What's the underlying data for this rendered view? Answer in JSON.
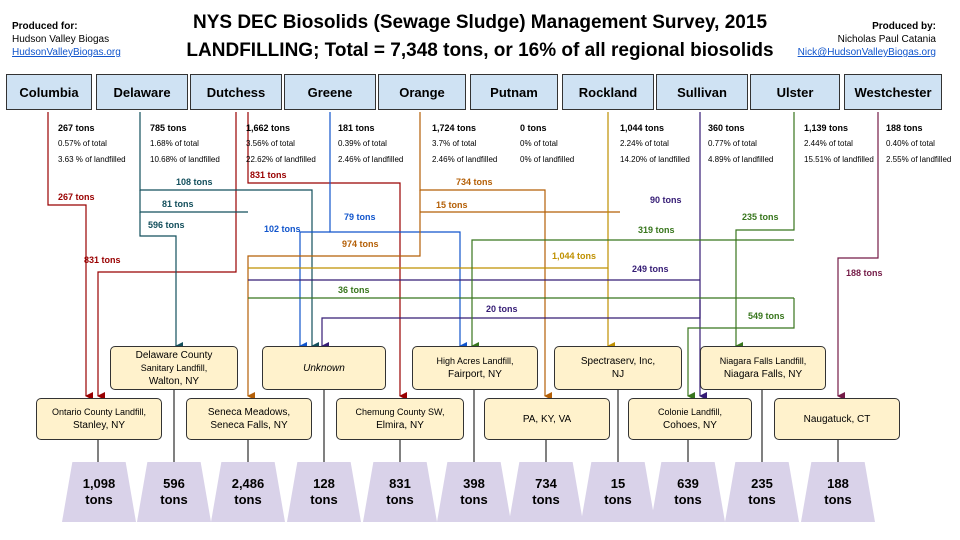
{
  "header": {
    "title_line1": "NYS DEC Biosolids (Sewage Sludge) Management Survey, 2015",
    "title_line2": "LANDFILLING; Total = 7,348 tons, or 16% of all regional biosolids",
    "produced_for_label": "Produced for:",
    "produced_for_name": "Hudson Valley Biogas",
    "produced_for_link": "HudsonValleyBiogas.org",
    "produced_by_label": "Produced by:",
    "produced_by_name": "Nicholas Paul Catania",
    "produced_by_link": "Nick@HudsonValleyBiogas.org"
  },
  "counties": [
    {
      "name": "Columbia",
      "tons": "267 tons",
      "pct_total": "0.57% of total",
      "pct_land": "3.63 % of landfilled"
    },
    {
      "name": "Delaware",
      "tons": "785 tons",
      "pct_total": "1.68% of total",
      "pct_land": "10.68% of landfilled"
    },
    {
      "name": "Dutchess",
      "tons": "1,662 tons",
      "pct_total": "3.56% of total",
      "pct_land": "22.62% of landfilled"
    },
    {
      "name": "Greene",
      "tons": "181 tons",
      "pct_total": "0.39% of total",
      "pct_land": "2.46% of landfilled"
    },
    {
      "name": "Orange",
      "tons": "1,724 tons",
      "pct_total": "3.7% of total",
      "pct_land": "2.46% of landfilled"
    },
    {
      "name": "Putnam",
      "tons": "0 tons",
      "pct_total": "0% of total",
      "pct_land": "0% of landfilled"
    },
    {
      "name": "Rockland",
      "tons": "1,044 tons",
      "pct_total": "2.24% of total",
      "pct_land": "14.20% of landfilled"
    },
    {
      "name": "Sullivan",
      "tons": "360 tons",
      "pct_total": "0.77% of total",
      "pct_land": "4.89% of landfilled"
    },
    {
      "name": "Ulster",
      "tons": "1,139 tons",
      "pct_total": "2.44% of total",
      "pct_land": "15.51% of landfilled"
    },
    {
      "name": "Westchester",
      "tons": "188 tons",
      "pct_total": "0.40% of total",
      "pct_land": "2.55% of landfilled"
    }
  ],
  "flows": [
    {
      "label": "267 tons",
      "color": "#990000"
    },
    {
      "label": "108 tons",
      "color": "#134f5c"
    },
    {
      "label": "831 tons",
      "color": "#990000"
    },
    {
      "label": "81 tons",
      "color": "#134f5c"
    },
    {
      "label": "596 tons",
      "color": "#134f5c"
    },
    {
      "label": "79 tons",
      "color": "#1155cc"
    },
    {
      "label": "102 tons",
      "color": "#1155cc"
    },
    {
      "label": "734 tons",
      "color": "#b45f06"
    },
    {
      "label": "15 tons",
      "color": "#b45f06"
    },
    {
      "label": "974 tons",
      "color": "#b45f06"
    },
    {
      "label": "90 tons",
      "color": "#351c75"
    },
    {
      "label": "235 tons",
      "color": "#38761d"
    },
    {
      "label": "319 tons",
      "color": "#38761d"
    },
    {
      "label": "1,044 tons",
      "color": "#bf9000"
    },
    {
      "label": "831 tons",
      "color": "#990000"
    },
    {
      "label": "249 tons",
      "color": "#351c75"
    },
    {
      "label": "188 tons",
      "color": "#741b47"
    },
    {
      "label": "36 tons",
      "color": "#38761d"
    },
    {
      "label": "20 tons",
      "color": "#351c75"
    },
    {
      "label": "549 tons",
      "color": "#38761d"
    }
  ],
  "destinations_upper": [
    {
      "line1": "Delaware County",
      "line2": "Sanitary Landfill,",
      "line3": "Walton, NY"
    },
    {
      "line1": "Unknown"
    },
    {
      "line1": "High Acres Landfill,",
      "line2": "Fairport, NY"
    },
    {
      "line1": "Spectraserv, Inc,",
      "line2": "NJ"
    },
    {
      "line1": "Niagara Falls Landfill,",
      "line2": "Niagara Falls, NY"
    }
  ],
  "destinations_lower": [
    {
      "line1": "Ontario County Landfill,",
      "line2": "Stanley, NY"
    },
    {
      "line1": "Seneca Meadows,",
      "line2": "Seneca Falls, NY"
    },
    {
      "line1": "Chemung County SW,",
      "line2": "Elmira, NY"
    },
    {
      "line1": "PA, KY, VA"
    },
    {
      "line1": "Colonie Landfill,",
      "line2": "Cohoes, NY"
    },
    {
      "line1": "Naugatuck, CT"
    }
  ],
  "totals": [
    {
      "value": "1,098",
      "unit": "tons"
    },
    {
      "value": "596",
      "unit": "tons"
    },
    {
      "value": "2,486",
      "unit": "tons"
    },
    {
      "value": "128",
      "unit": "tons"
    },
    {
      "value": "831",
      "unit": "tons"
    },
    {
      "value": "398",
      "unit": "tons"
    },
    {
      "value": "734",
      "unit": "tons"
    },
    {
      "value": "15",
      "unit": "tons"
    },
    {
      "value": "639",
      "unit": "tons"
    },
    {
      "value": "235",
      "unit": "tons"
    },
    {
      "value": "188",
      "unit": "tons"
    }
  ]
}
